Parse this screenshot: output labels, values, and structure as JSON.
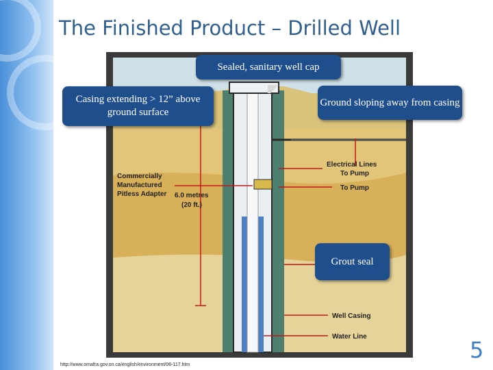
{
  "slide": {
    "title": "The Finished Product – Drilled Well",
    "page_number": "5",
    "source_url": "http://www.omafra.gov.on.ca/english/environment/06-117.htm"
  },
  "callouts": {
    "cap": "Sealed, sanitary well cap",
    "casing_height": "Casing extending > 12” above ground surface",
    "ground_slope": "Ground sloping away from casing",
    "grout": "Grout seal"
  },
  "diagram_labels": {
    "adapter": [
      "Commercially",
      "Manufactured",
      "Pitless Adapter"
    ],
    "depth": [
      "6.0 metres",
      "(20 ft.)"
    ],
    "electrical": [
      "Electrical Lines",
      "To Pump"
    ],
    "to_pump": "To Pump",
    "well_casing": "Well Casing",
    "water_line": "Water Line"
  },
  "colors": {
    "accent": "#2f5f8f",
    "callout_bg": "#1f4e8c",
    "page_number": "#3c7ec4"
  }
}
